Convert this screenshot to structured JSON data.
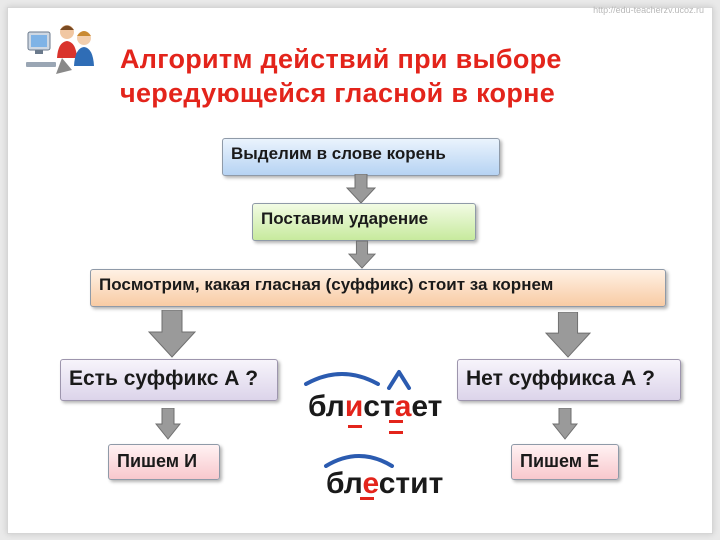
{
  "watermark": "http://edu-teacherzv.ucoz.ru",
  "title": "Алгоритм  действий при выборе чередующейся гласной в корне",
  "steps": {
    "step1": "Выделим в слове корень",
    "step2": "Поставим ударение",
    "step3": "Посмотрим, какая гласная (суффикс) стоит за корнем"
  },
  "branches": {
    "left_question": "Есть суффикс А ?",
    "right_question": "Нет суффикса А ?",
    "left_result": "Пишем И",
    "right_result": "Пишем Е"
  },
  "examples": {
    "word1": {
      "before": "бл",
      "vowel": "и",
      "middle": "ст",
      "suffix": "а",
      "after": "ет"
    },
    "word2": {
      "before": "бл",
      "vowel": "е",
      "after": "стит"
    }
  },
  "colors": {
    "title": "#e3241b",
    "arrow": "#9a9a9a",
    "mark_red": "#e3241b",
    "arc_blue": "#2b5bb0",
    "box_blue": "#b6d3f3",
    "box_green": "#c7ea9d",
    "box_orange": "#f8cba4",
    "box_lavender": "#dcd4ea",
    "box_pink": "#f8c8cd"
  }
}
